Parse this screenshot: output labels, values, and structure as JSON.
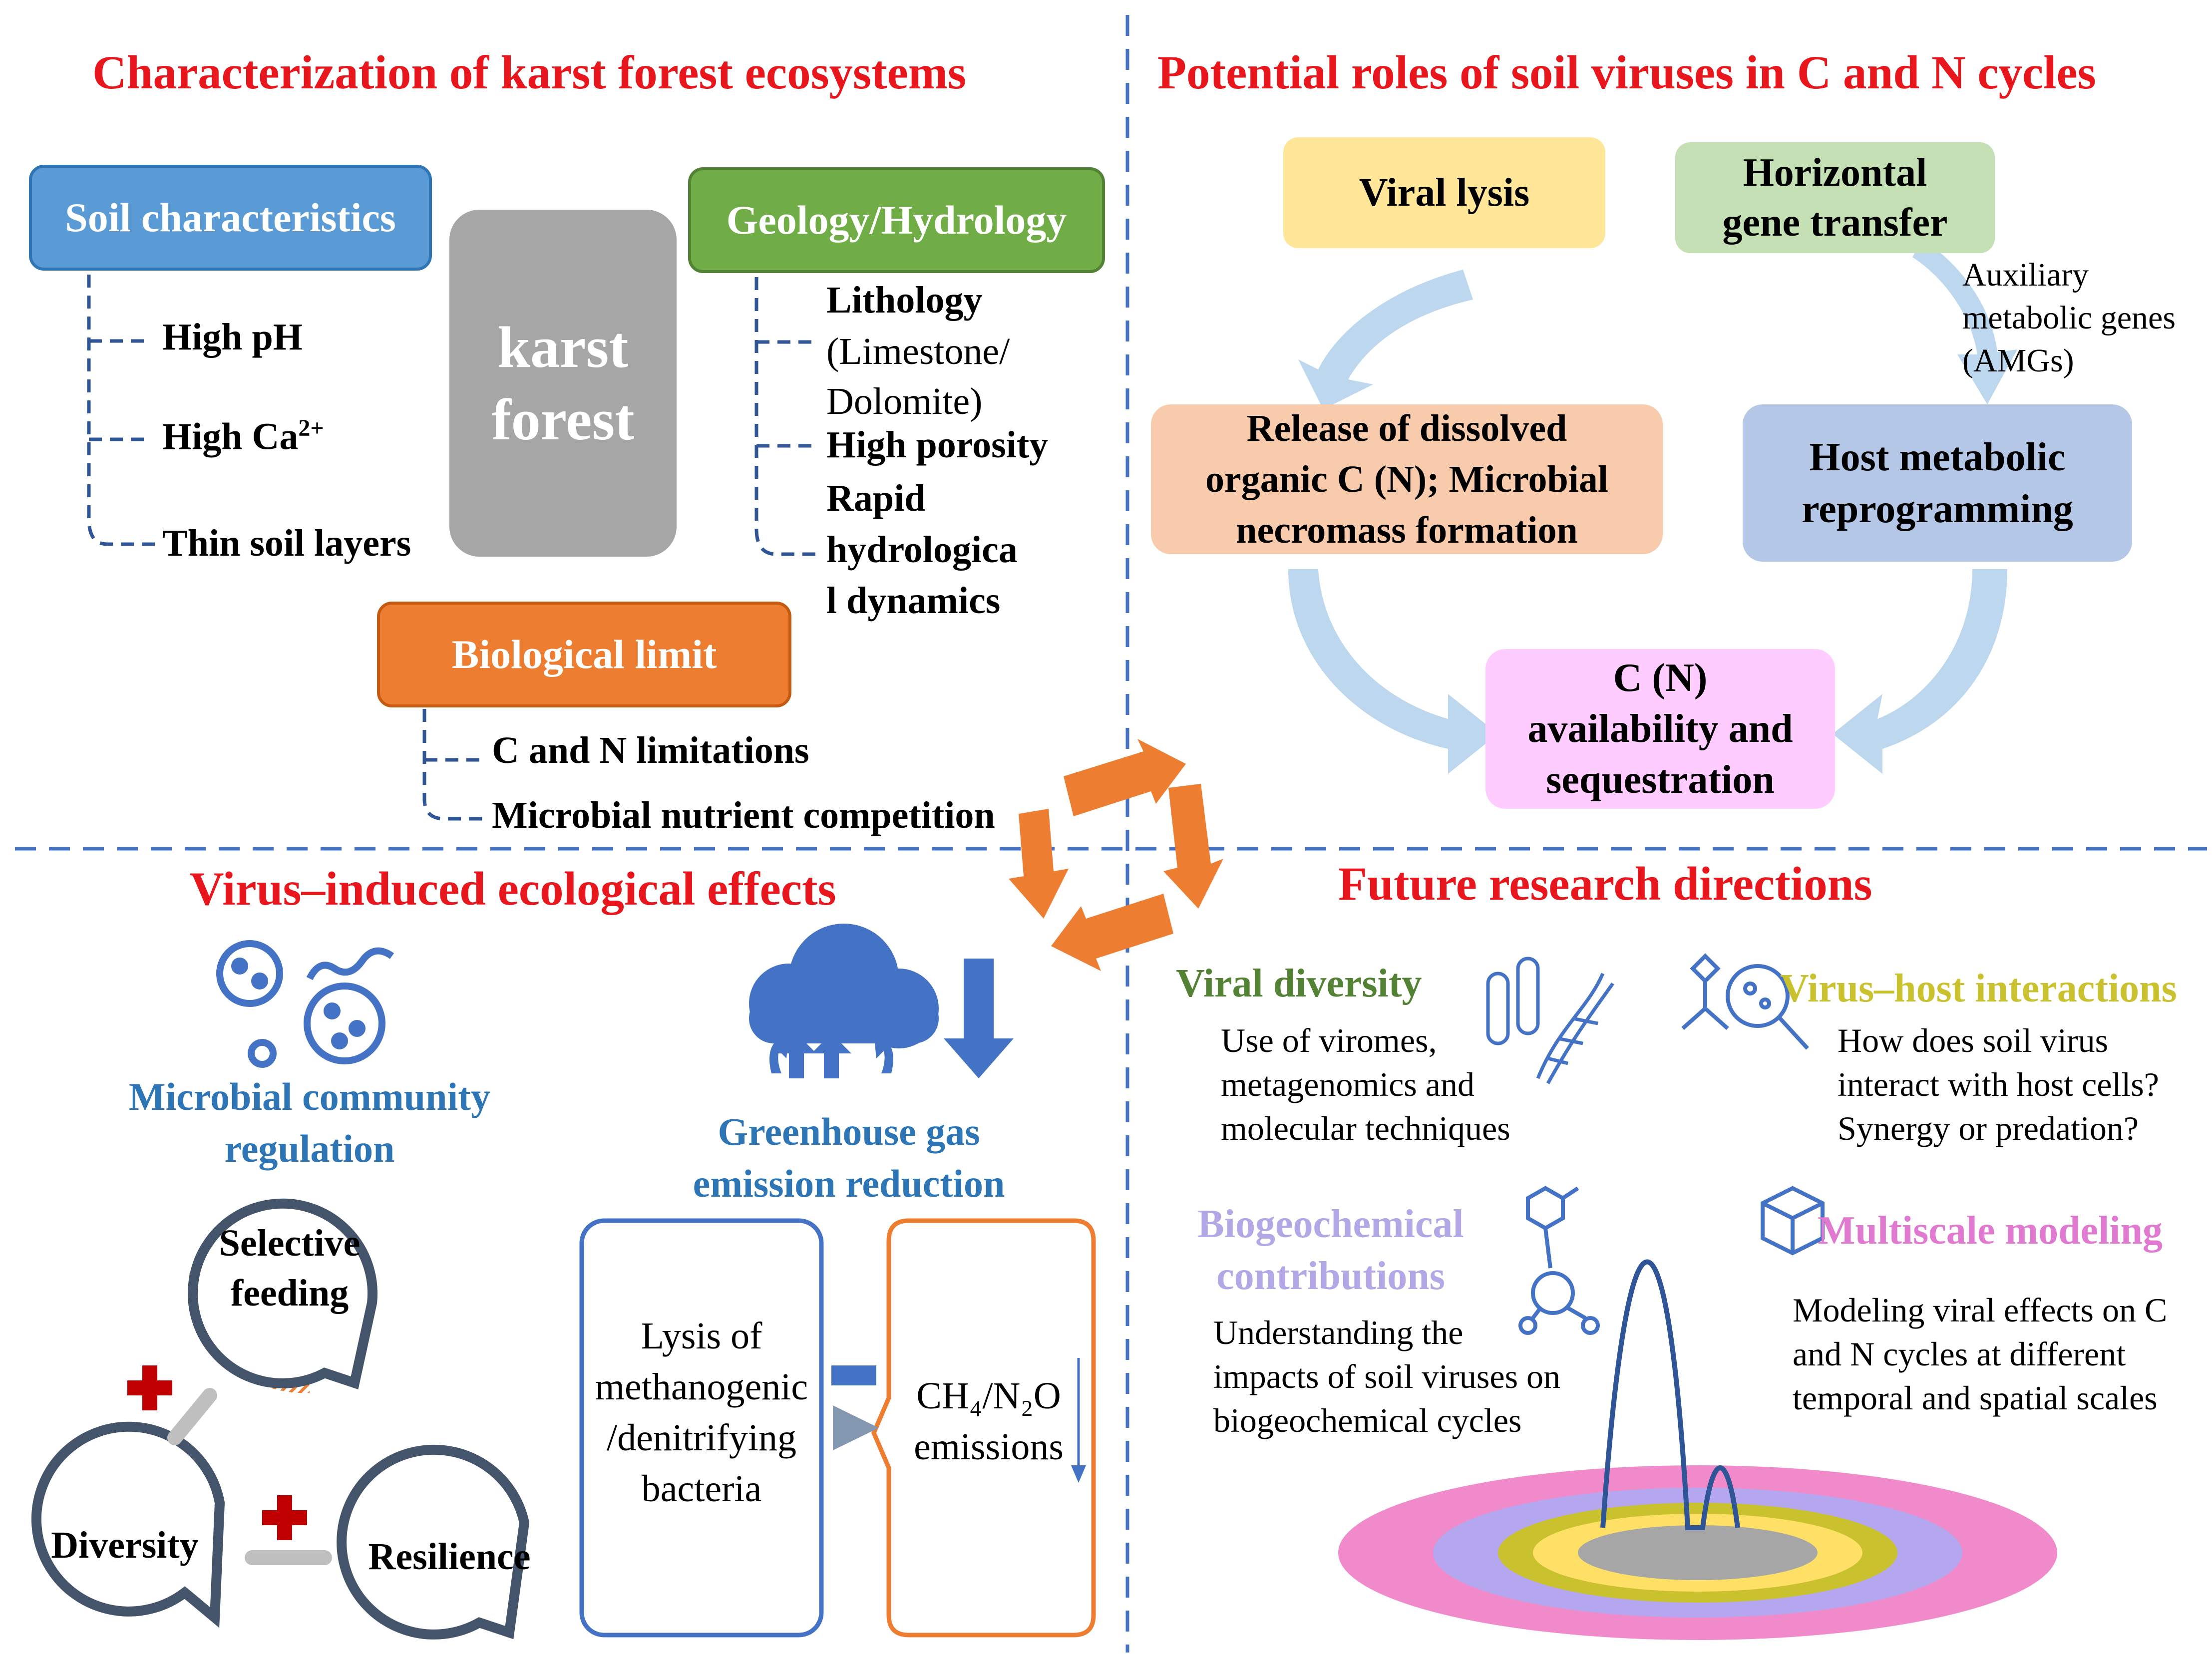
{
  "quadrants": {
    "top_left_title": "Characterization of karst forest ecosystems",
    "top_right_title": "Potential roles of soil viruses in C and N cycles",
    "bottom_left_title": "Virus–induced ecological effects",
    "bottom_right_title": "Future research directions"
  },
  "karst": {
    "center_line1": "karst",
    "center_line2": "forest",
    "soil": {
      "label": "Soil characteristics",
      "items": [
        "High pH",
        "High Ca",
        "Thin soil layers"
      ],
      "ca_superscript": "2+"
    },
    "geology": {
      "label": "Geology/Hydrology",
      "items": [
        "Lithology",
        "(Limestone/",
        "Dolomite)",
        "High porosity",
        "Rapid",
        "hydrologica",
        "l dynamics"
      ]
    },
    "bio": {
      "label": "Biological limit",
      "items": [
        "C and N limitations",
        "Microbial nutrient competition"
      ]
    }
  },
  "cycles": {
    "viral_lysis": "Viral lysis",
    "hgt_line1": "Horizontal",
    "hgt_line2": "gene transfer",
    "amg_line1": "Auxiliary",
    "amg_line2": "metabolic genes",
    "amg_line3": "(AMGs)",
    "release_line1": "Release of dissolved",
    "release_line2": "organic C (N); Microbial",
    "release_line3": "necromass formation",
    "host_line1": "Host metabolic",
    "host_line2": "reprogramming",
    "cn_line1": "C (N)",
    "cn_line2": "availability and",
    "cn_line3": "sequestration"
  },
  "effects": {
    "microbial_line1": "Microbial community",
    "microbial_line2": "regulation",
    "greenhouse_line1": "Greenhouse gas",
    "greenhouse_line2": "emission reduction",
    "selective_line1": "Selective",
    "selective_line2": "feeding",
    "diversity": "Diversity",
    "resilience": "Resilience",
    "lysis_line1": "Lysis of",
    "lysis_line2": "methanogenic",
    "lysis_line3": "/denitrifying",
    "lysis_line4": "bacteria",
    "emissions_line1": "CH₄/N₂O",
    "emissions_line2": "emissions"
  },
  "future": {
    "viral_diversity": {
      "title": "Viral diversity",
      "lines": [
        "Use of viromes,",
        "metagenomics and",
        "molecular techniques"
      ]
    },
    "virus_host": {
      "title": "Virus–host interactions",
      "lines": [
        "How does soil virus",
        "interact with host cells?",
        "Synergy or predation?"
      ]
    },
    "biogeo": {
      "title_line1": "Biogeochemical",
      "title_line2": "contributions",
      "lines": [
        "Understanding the",
        "impacts of soil viruses on",
        "biogeochemical cycles"
      ]
    },
    "multiscale": {
      "title": "Multiscale modeling",
      "lines": [
        "Modeling viral effects on C",
        "and N cycles at different",
        "temporal and spatial scales"
      ]
    }
  },
  "colors": {
    "title_red": "#e8171e",
    "soil_blue": "#5b9bd5",
    "geology_green": "#70ad47",
    "bio_orange": "#ed7d31",
    "karst_gray": "#a6a6a6",
    "lysis_yellow": "#ffe699",
    "hgt_green": "#c5e0b4",
    "release_peach": "#f8cbad",
    "host_blue": "#b4c7e7",
    "cn_pink": "#ffccff",
    "viral_div_green": "#548235",
    "virus_host_yellow": "#c9c22e",
    "biogeo_lavender": "#b4a7e6",
    "multiscale_pink": "#e07ad0"
  }
}
